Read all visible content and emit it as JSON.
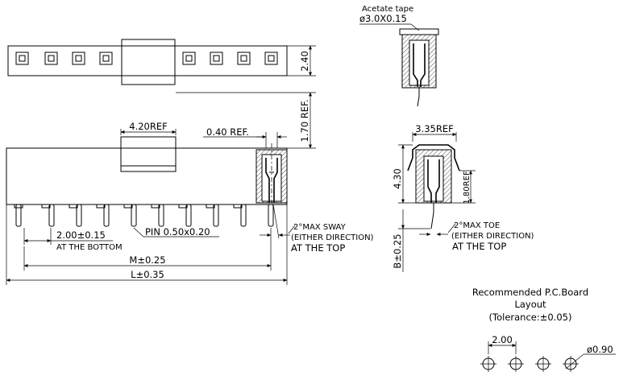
{
  "strip_top_view": {
    "height_dim": "2.40"
  },
  "front_view": {
    "ref_width": "4.20REF",
    "ref_offset": "0.40  REF.",
    "ref_height": "1.70  REF.",
    "pitch": "2.00±0.15",
    "pitch_note": "AT THE BOTTOM",
    "pin": "PIN  0.50x0.20",
    "m_dim": "M±0.25",
    "l_dim": "L±0.35",
    "sway_1": "2°MAX  SWAY",
    "sway_2": "(EITHER DIRECTION)",
    "sway_3": "AT  THE  TOP"
  },
  "tape_view": {
    "label": "Acetate  tape",
    "dia": "ø3.0X0.15"
  },
  "side_view": {
    "width": "3.35REF",
    "height": "4.30",
    "ref": "1.80REF",
    "b_dim": "B±0.25",
    "toe_1": "2°MAX  TOE",
    "toe_2": "(EITHER DIRECTION)",
    "toe_3": "AT  THE  TOP"
  },
  "pcb_layout": {
    "title_1": "Recommended  P.C.Board",
    "title_2": "Layout",
    "tolerance": "(Tolerance:±0.05)",
    "pitch": "2.00",
    "hole_dia": "ø0.90"
  }
}
